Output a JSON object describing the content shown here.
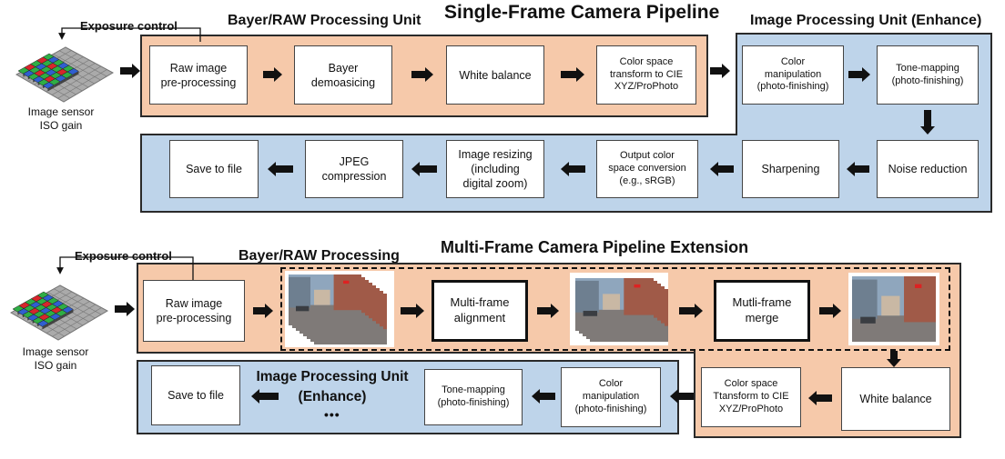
{
  "top": {
    "title": "Single-Frame Camera Pipeline",
    "exposure_label": "Exposure control",
    "bayer_panel_title": "Bayer/RAW Processing Unit",
    "ipu_panel_title": "Image Processing Unit (Enhance)",
    "sensor_label": "Image sensor\nISO gain",
    "boxes": {
      "raw": "Raw image\npre-processing",
      "demosaic": "Bayer\ndemoasicing",
      "wb": "White balance",
      "colorspace": "Color space\ntransform to CIE\nXYZ/ProPhoto",
      "colormanip": "Color\nmanipulation\n(photo-finishing)",
      "tonemap": "Tone-mapping\n(photo-finishing)",
      "noise": "Noise reduction",
      "sharpen": "Sharpening",
      "outcolor": "Output color\nspace conversion\n(e.g., sRGB)",
      "resize": "Image resizing\n(including\ndigital zoom)",
      "jpeg": "JPEG\ncompression",
      "save": "Save to file"
    }
  },
  "bottom": {
    "title": "Multi-Frame Camera Pipeline Extension",
    "exposure_label": "Exposure control",
    "bayer_panel_title": "Bayer/RAW Processing",
    "ipu_title": "Image Processing Unit\n(Enhance)",
    "ellipsis": "•••",
    "sensor_label": "Image sensor\nISO gain",
    "boxes": {
      "raw": "Raw image\npre-processing",
      "align": "Multi-frame\nalignment",
      "merge": "Mutli-frame\nmerge",
      "wb": "White balance",
      "colorspace": "Color space\nTtansform to CIE\nXYZ/ProPhoto",
      "colormanip": "Color\nmanipulation\n(photo-finishing)",
      "tonemap": "Tone-mapping\n(photo-finishing)",
      "save": "Save to file"
    }
  },
  "colors": {
    "orange_panel": "#f6c9aa",
    "blue_panel": "#bed4ea",
    "sensor_red": "#d7262b",
    "sensor_green": "#2fae45",
    "sensor_blue": "#2f5fd0"
  }
}
